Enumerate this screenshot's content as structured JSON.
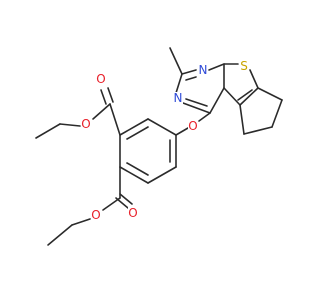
{
  "molecule": {
    "atoms": {
      "o_ester_upper_carbonyl": {
        "text": "O",
        "color": "#e8202a"
      },
      "o_ester_upper_ether": {
        "text": "O",
        "color": "#e8202a"
      },
      "o_aryl_ether": {
        "text": "O",
        "color": "#e8202a"
      },
      "o_ester_lower_ether": {
        "text": "O",
        "color": "#e8202a"
      },
      "o_ester_lower_carbonyl": {
        "text": "O",
        "color": "#e8202a"
      },
      "n_upper": {
        "text": "N",
        "color": "#2f4bd8"
      },
      "n_lower": {
        "text": "N",
        "color": "#2f4bd8"
      },
      "s_thiophene": {
        "text": "S",
        "color": "#c8a400"
      }
    },
    "bond_color": "#2b2b2b"
  }
}
